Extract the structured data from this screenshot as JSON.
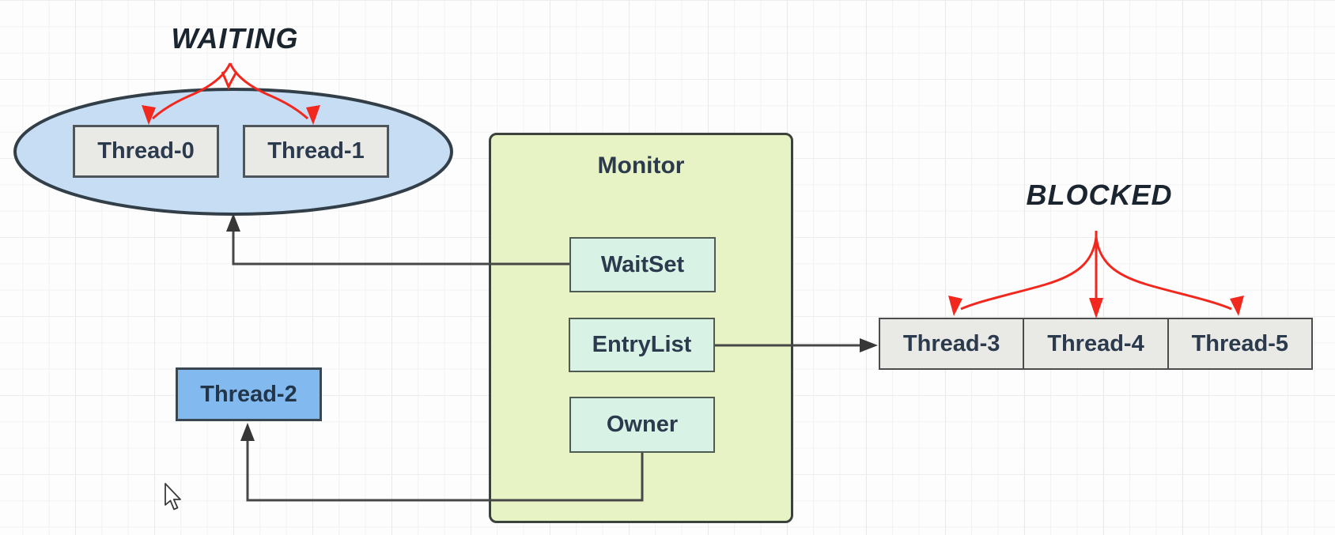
{
  "diagram": {
    "states": {
      "waiting": "WAITING",
      "blocked": "BLOCKED"
    },
    "monitor": {
      "title": "Monitor",
      "slots": [
        "WaitSet",
        "EntryList",
        "Owner"
      ]
    },
    "waiting_threads": [
      "Thread-0",
      "Thread-1"
    ],
    "owner_thread": "Thread-2",
    "blocked_threads": [
      "Thread-3",
      "Thread-4",
      "Thread-5"
    ],
    "colors": {
      "ellipse_fill": "#c7ddf4",
      "thread_gray_fill": "#e9e9e6",
      "monitor_fill": "#e7f3c4",
      "slot_fill": "#d8f2e6",
      "thread2_fill": "#82b9ee",
      "arrow_red": "#f2281e",
      "connector_dark": "#474747"
    }
  }
}
